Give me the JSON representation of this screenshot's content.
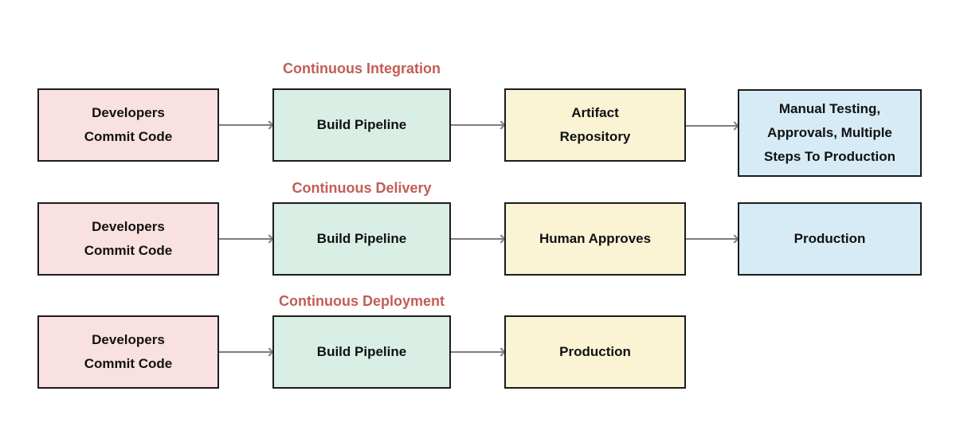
{
  "colors": {
    "background": "#ffffff",
    "node_border": "#1c1c1c",
    "node_text": "#111111",
    "arrow": "#7d7d7d",
    "row_title": "#c25d56",
    "node_pink": "#f9e1e1",
    "node_green": "#d9eee5",
    "node_yellow": "#faf3d4",
    "node_blue": "#d6ebf5"
  },
  "diagram": {
    "rows": [
      {
        "title": "Continuous Integration",
        "boxes": [
          {
            "label": "Developers\nCommit Code",
            "color": "pink"
          },
          {
            "label": "Build Pipeline",
            "color": "green"
          },
          {
            "label": "Artifact\nRepository",
            "color": "yellow"
          },
          {
            "label": "Manual Testing,\nApprovals, Multiple\nSteps To Production",
            "color": "blue"
          }
        ]
      },
      {
        "title": "Continuous Delivery",
        "boxes": [
          {
            "label": "Developers\nCommit Code",
            "color": "pink"
          },
          {
            "label": "Build Pipeline",
            "color": "green"
          },
          {
            "label": "Human Approves",
            "color": "yellow"
          },
          {
            "label": "Production",
            "color": "blue"
          }
        ]
      },
      {
        "title": "Continuous Deployment",
        "boxes": [
          {
            "label": "Developers\nCommit Code",
            "color": "pink"
          },
          {
            "label": "Build Pipeline",
            "color": "green"
          },
          {
            "label": "Production",
            "color": "yellow"
          }
        ]
      }
    ]
  }
}
